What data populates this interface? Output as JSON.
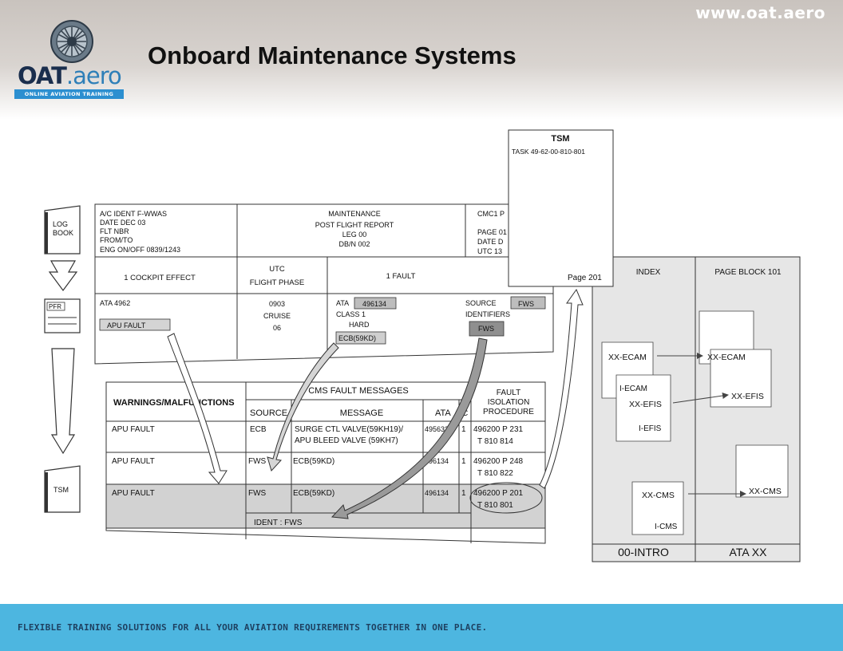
{
  "header": {
    "website": "www.oat.aero",
    "title": "Onboard Maintenance Systems",
    "logo_main": "OAT",
    "logo_suffix": ".aero",
    "logo_tagline": "ONLINE AVIATION TRAINING"
  },
  "footer": {
    "text": "FLEXIBLE TRAINING SOLUTIONS FOR ALL YOUR AVIATION REQUIREMENTS TOGETHER IN ONE PLACE."
  },
  "left_icons": {
    "logbook": [
      "LOG",
      "BOOK"
    ],
    "pfr": "PFR",
    "tsm": "TSM"
  },
  "tsm_page": {
    "title": "TSM",
    "task": "TASK 49-62-00-810-801",
    "page": "Page 201"
  },
  "report": {
    "left_lines": [
      "A/C IDENT   F-WWAS",
      "DATE         DEC 03",
      "FLT NBR",
      "FROM/TO",
      "ENG ON/OFF  0839/1243"
    ],
    "center_lines": [
      "MAINTENANCE",
      "POST FLIGHT REPORT",
      "LEG 00",
      "DB/N 002"
    ],
    "right_lines": [
      "CMC1  P",
      "PAGE  01",
      "DATE  D",
      "UTC    13"
    ],
    "cockpit_effect": "1 COCKPIT EFFECT",
    "utc": "UTC",
    "flight_phase": "FLIGHT PHASE",
    "fault_count": "1  FAULT",
    "ata_label": "ATA     4962",
    "apu_fault": "APU FAULT",
    "time": "0903",
    "cruise": "CRUISE",
    "phase_num": "06",
    "fault_ata_label": "ATA",
    "fault_ata_value": "496134",
    "class": "CLASS  1",
    "hard": "HARD",
    "ecb": "ECB(59KD)",
    "source_label": "SOURCE",
    "source_value": "FWS",
    "identifiers_label": "IDENTIFIERS",
    "identifiers_value": "FWS"
  },
  "cms_table": {
    "col_warnings": "WARNINGS/MALFUNCTIONS",
    "cms_header": "CMS  FAULT  MESSAGES",
    "col_source": "SOURCE",
    "col_message": "MESSAGE",
    "col_ata": "ATA",
    "col_c": "C",
    "col_fip": [
      "FAULT",
      "ISOLATION",
      "PROCEDURE"
    ],
    "rows": [
      {
        "warn": "APU  FAULT",
        "source": "ECB",
        "msg1": "SURGE  CTL  VALVE(59KH19)/",
        "msg2": "APU  BLEED  VALVE  (59KH7)",
        "ata": "495632",
        "c": "1",
        "fip1": "496200  P  231",
        "fip2": "T  810  814"
      },
      {
        "warn": "APU  FAULT",
        "source": "FWS",
        "msg1": "ECB(59KD)",
        "msg2": "",
        "ata": "496134",
        "c": "1",
        "fip1": "496200  P  248",
        "fip2": "T  810  822"
      },
      {
        "warn": "APU  FAULT",
        "source": "FWS",
        "msg1": "ECB(59KD)",
        "msg2": "",
        "ata": "496134",
        "c": "1",
        "fip1": "496200  P  201",
        "fip2": "T  810  801"
      }
    ],
    "ident_row": "IDENT  :  FWS"
  },
  "index_panel": {
    "index": "INDEX",
    "page_block": "PAGE  BLOCK  101",
    "left_items": [
      "XX-ECAM",
      "I-ECAM",
      "XX-EFIS",
      "I-EFIS",
      "XX-CMS",
      "I-CMS"
    ],
    "right_items": [
      "XX-ECAM",
      "XX-EFIS",
      "XX-CMS"
    ],
    "footer_left": "00-INTRO",
    "footer_right": "ATA  XX"
  }
}
